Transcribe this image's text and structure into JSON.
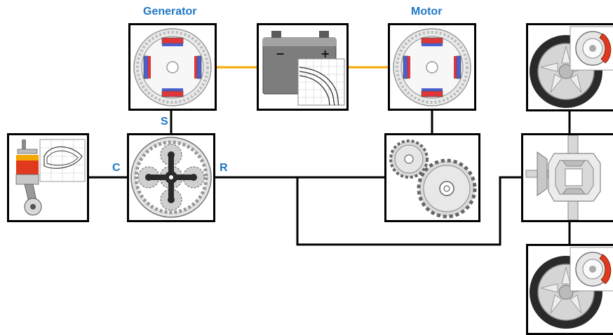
{
  "labels": {
    "generator": "Generator",
    "motor": "Motor",
    "sun": "S",
    "carrier": "C",
    "ring": "R"
  },
  "colors": {
    "label": "#1f77c4",
    "wire": "#f5a800",
    "shaft": "#000000",
    "magnet_red": "#e0353a",
    "magnet_blue": "#4a5fd0",
    "piston_red": "#e03a1e",
    "piston_orange": "#f5a800"
  },
  "icons": {
    "generator": "generator-icon",
    "battery": "battery-icon",
    "motor": "motor-icon",
    "engine": "engine-icon",
    "planetary_gear": "planetary-gear-icon",
    "reduction_gear": "reduction-gear-icon",
    "differential": "differential-icon",
    "wheel_top": "wheel-brake-icon",
    "wheel_bottom": "wheel-brake-icon"
  },
  "battery": {
    "minus": "−",
    "plus": "+"
  }
}
